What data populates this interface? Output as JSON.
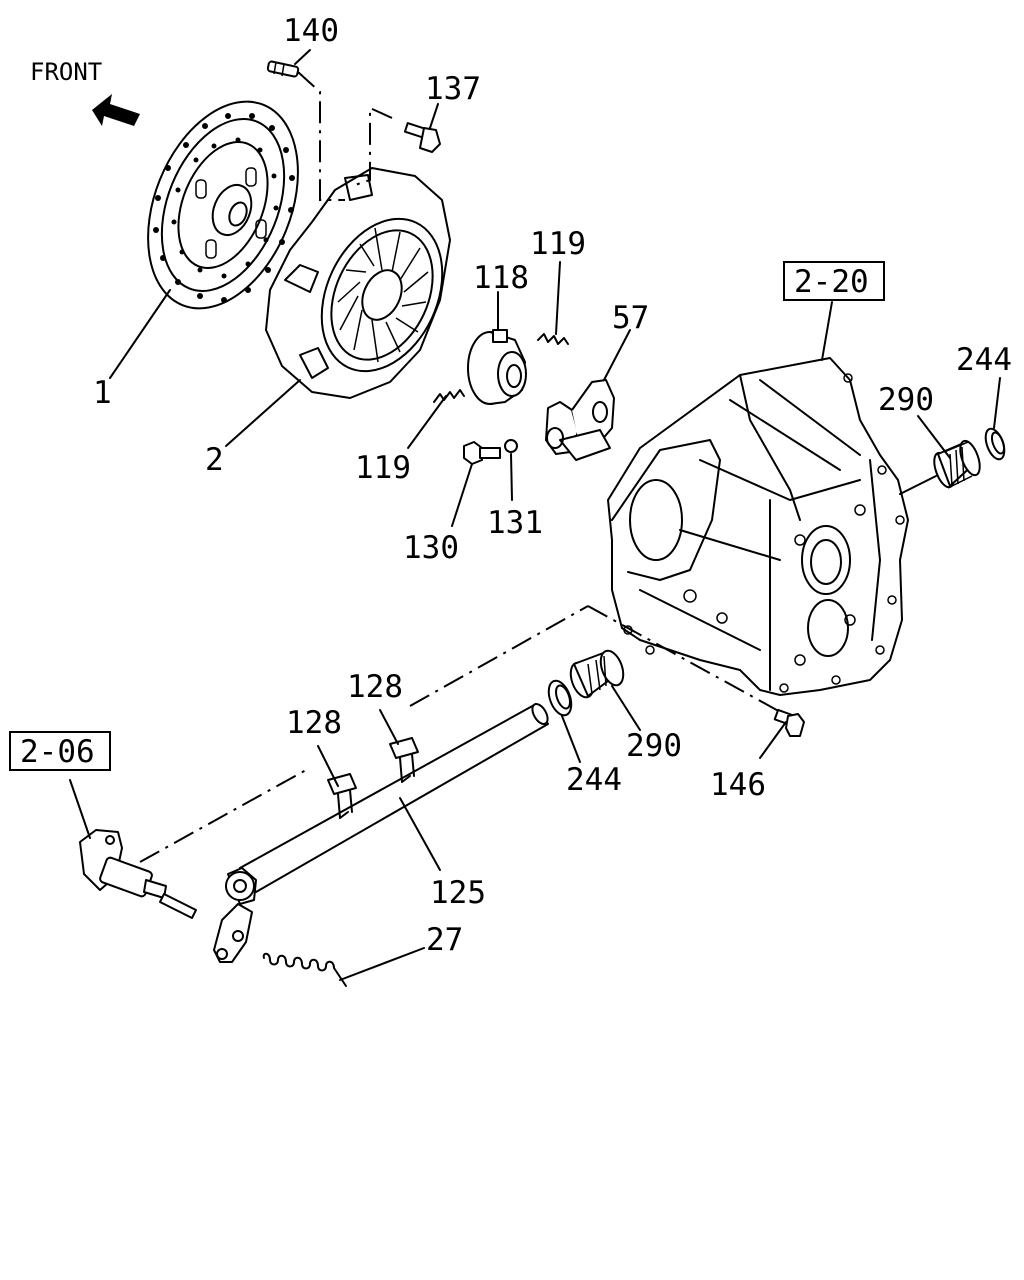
{
  "orientation_label": "FRONT",
  "reference_boxes": [
    "2-20",
    "2-06"
  ],
  "callouts": [
    "140",
    "137",
    "119",
    "118",
    "57",
    "244",
    "290",
    "1",
    "2",
    "119",
    "130",
    "131",
    "128",
    "128",
    "2-06",
    "290",
    "244",
    "146",
    "125",
    "27"
  ],
  "parts": [
    "clutch-disc",
    "pressure-plate",
    "release-bearing",
    "release-fork",
    "clutch-housing",
    "needle-bearing",
    "oil-seal",
    "release-shaft",
    "release-lever",
    "return-spring",
    "slave-cylinder",
    "bolt",
    "stud",
    "washer",
    "key"
  ]
}
